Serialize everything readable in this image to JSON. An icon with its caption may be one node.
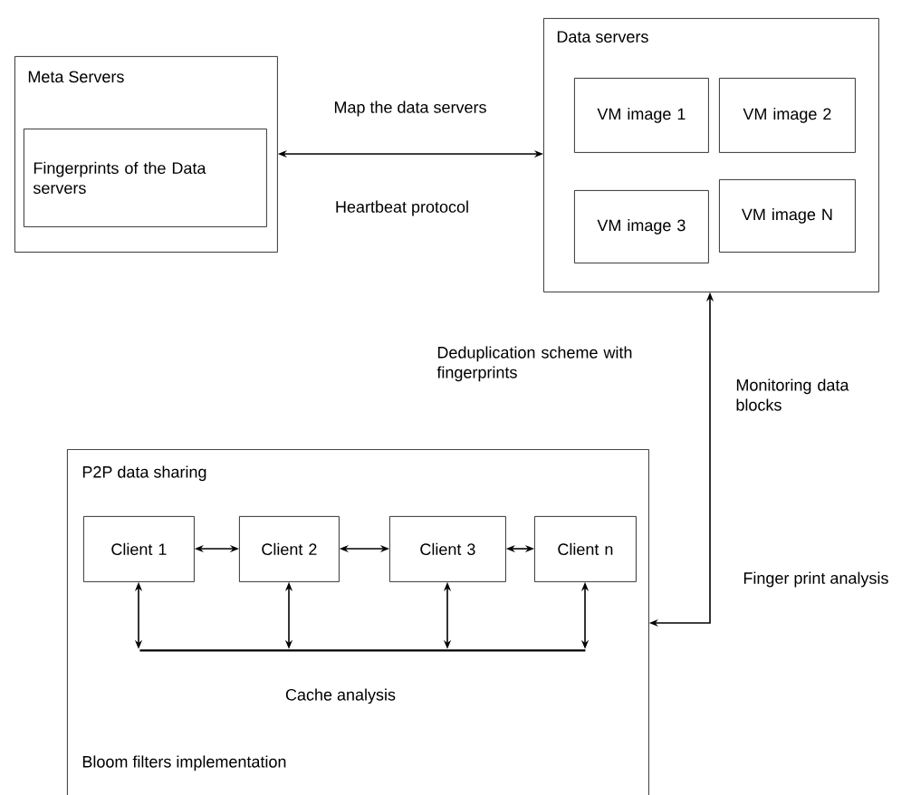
{
  "diagram": {
    "nodes": [
      {
        "text": [
          "Meta Servers"
        ]
      },
      {
        "text": [
          "Fingerprints of the Data servers"
        ],
        "in": 0
      },
      {
        "text": [
          "Data servers"
        ]
      },
      {
        "text": [
          "VM image 1"
        ],
        "in": 2
      },
      {
        "text": [
          "VM image 2"
        ],
        "in": 2
      },
      {
        "text": [
          "VM image 3"
        ],
        "in": 2
      },
      {
        "text": [
          "VM image N"
        ],
        "in": 2
      },
      {
        "text": [
          "P2P data sharing",
          "Cache analysis",
          "Bloom filters implementation"
        ]
      },
      {
        "text": [
          "Client 1"
        ],
        "in": 7
      },
      {
        "text": [
          "Client 2"
        ],
        "in": 7
      },
      {
        "text": [
          "Client 3"
        ],
        "in": 7
      },
      {
        "text": [
          "Client n"
        ],
        "in": 7
      },
      {
        "text": [],
        "shape": "bar",
        "in": 7
      }
    ],
    "edges": [
      {
        "from": 0,
        "to": 2,
        "arrow": "both",
        "label": "Map the data servers"
      },
      {
        "from": 7,
        "to": 2,
        "arrow": "both"
      },
      {
        "from": 8,
        "to": 9,
        "arrow": "both"
      },
      {
        "from": 9,
        "to": 10,
        "arrow": "both"
      },
      {
        "from": 10,
        "to": 11,
        "arrow": "both"
      },
      {
        "from": 8,
        "to": 12,
        "arrow": "both"
      },
      {
        "from": 9,
        "to": 12,
        "arrow": "both"
      },
      {
        "from": 10,
        "to": 12,
        "arrow": "both"
      },
      {
        "from": 11,
        "to": 12,
        "arrow": "both"
      }
    ],
    "labels": [
      "Heartbeat protocol",
      "Deduplication scheme with fingerprints",
      "Monitoring data blocks",
      "Finger print analysis"
    ]
  }
}
